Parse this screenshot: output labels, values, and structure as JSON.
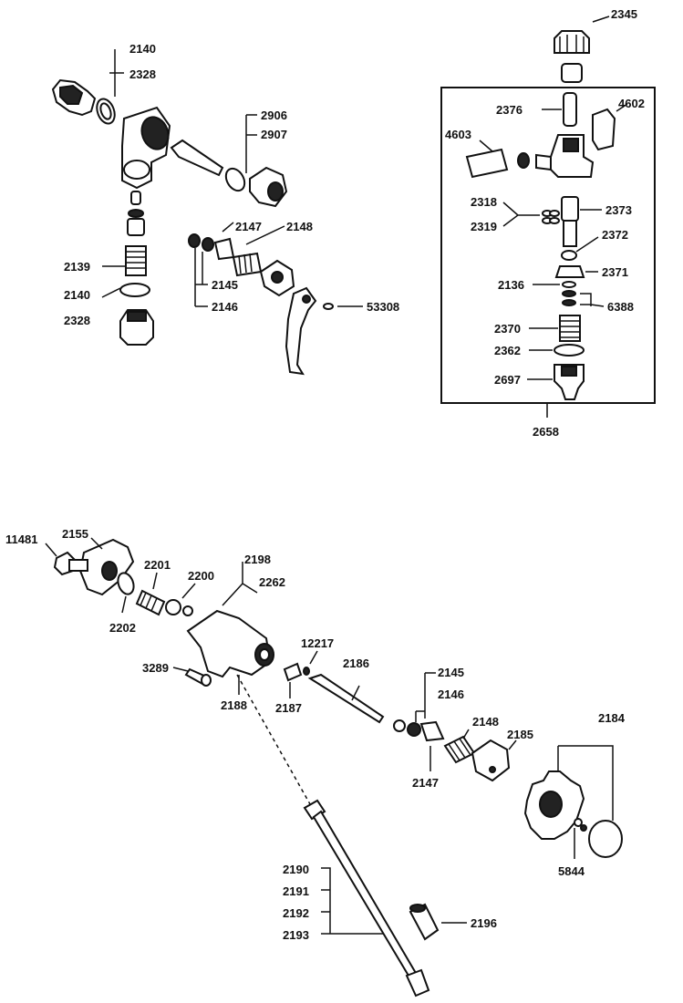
{
  "labels": {
    "a_2140": "2140",
    "a_2328": "2328",
    "a_2906": "2906",
    "a_2907": "2907",
    "a_2147": "2147",
    "a_2148": "2148",
    "a_2139": "2139",
    "b_2140": "2140",
    "b_2328": "2328",
    "a_2145": "2145",
    "a_2146": "2146",
    "a_53308": "53308",
    "c_2345": "2345",
    "c_2376": "2376",
    "c_4602": "4602",
    "c_4603": "4603",
    "c_2318": "2318",
    "c_2319": "2319",
    "c_2373": "2373",
    "c_2372": "2372",
    "c_2371": "2371",
    "c_2136": "2136",
    "c_6388": "6388",
    "c_2370": "2370",
    "c_2362": "2362",
    "c_2697": "2697",
    "c_2658": "2658",
    "d_11481": "11481",
    "d_2155": "2155",
    "d_2201": "2201",
    "d_2200": "2200",
    "d_2198": "2198",
    "d_2262": "2262",
    "d_2202": "2202",
    "d_12217": "12217",
    "d_2186": "2186",
    "d_3289": "3289",
    "d_2188": "2188",
    "d_2187": "2187",
    "d_2145": "2145",
    "d_2146": "2146",
    "d_2148": "2148",
    "d_2185": "2185",
    "d_2147": "2147",
    "d_2184": "2184",
    "d_5844": "5844",
    "d_2190": "2190",
    "d_2191": "2191",
    "d_2192": "2192",
    "d_2193": "2193",
    "d_2196": "2196"
  }
}
